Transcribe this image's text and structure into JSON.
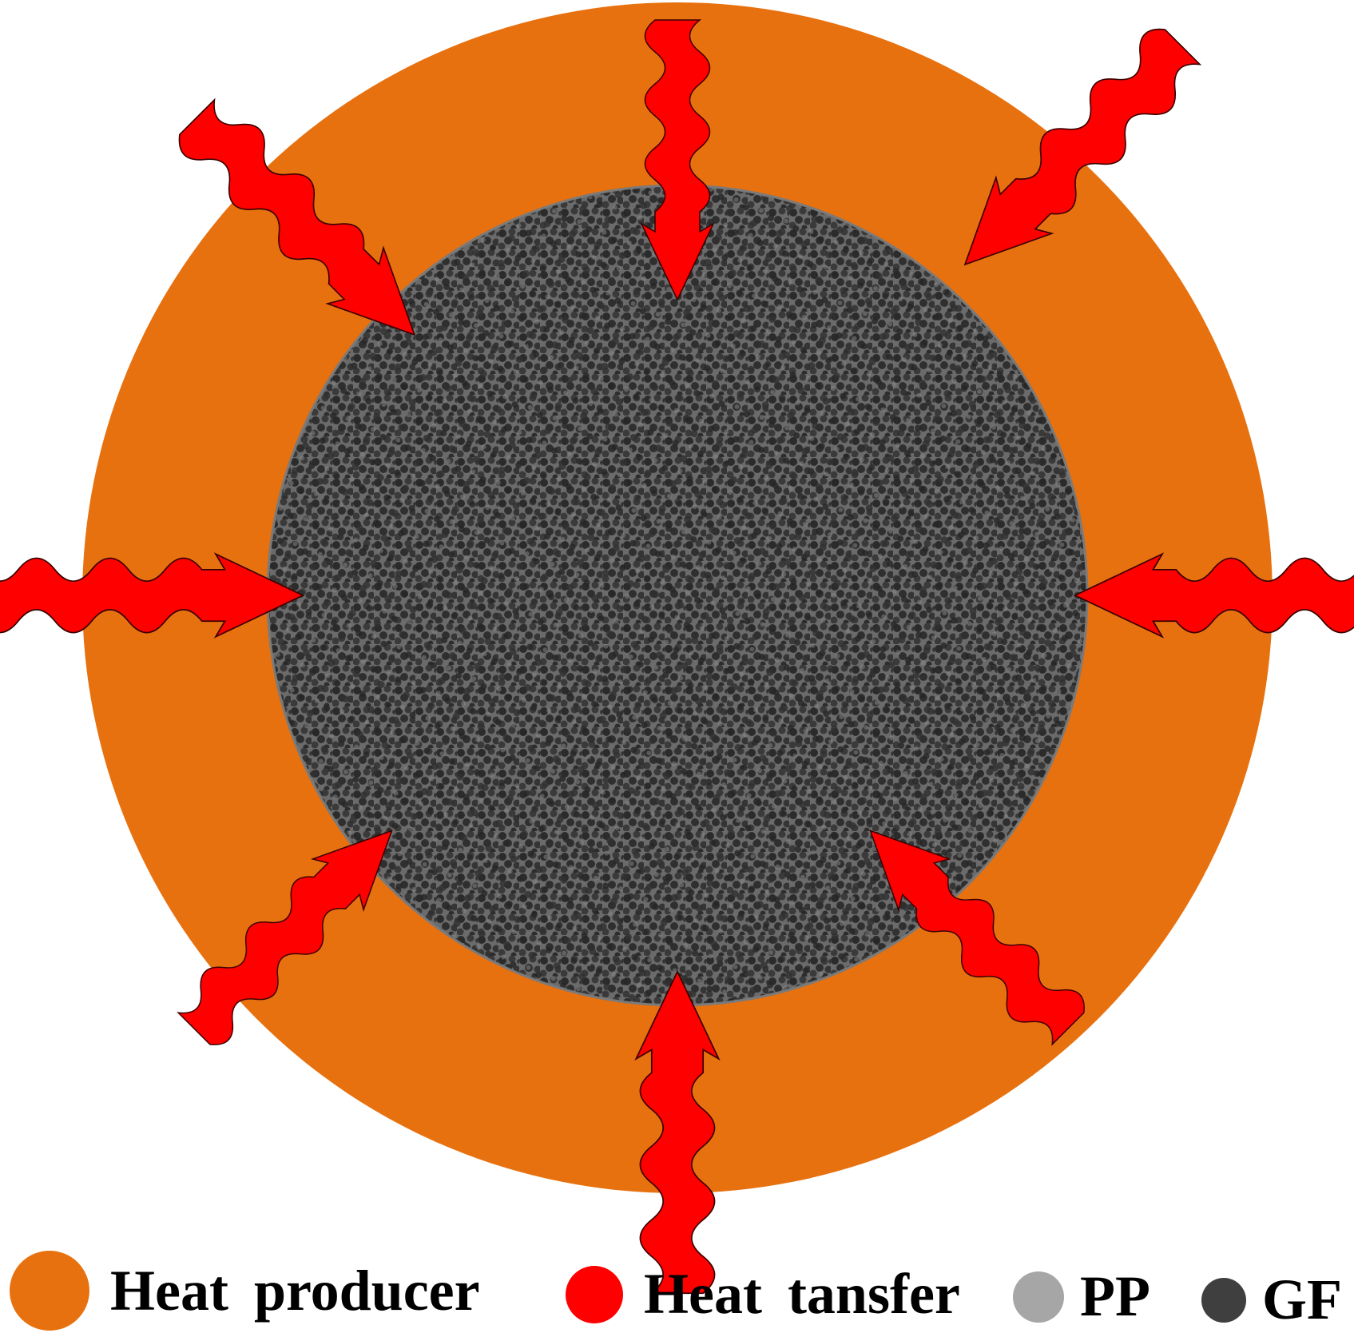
{
  "colors": {
    "heat_producer": "#E8710F",
    "heat_transfer": "#FF0000",
    "pp": "#A6A6A6",
    "gf": "#3F3F3F",
    "arrow_outline": "#3a0000"
  },
  "legend": {
    "heat_producer": "Heat producer",
    "heat_transfer": "Heat tansfer",
    "pp": "PP",
    "gf": "GF"
  },
  "arrows": {
    "count": 8,
    "direction": "inward"
  }
}
